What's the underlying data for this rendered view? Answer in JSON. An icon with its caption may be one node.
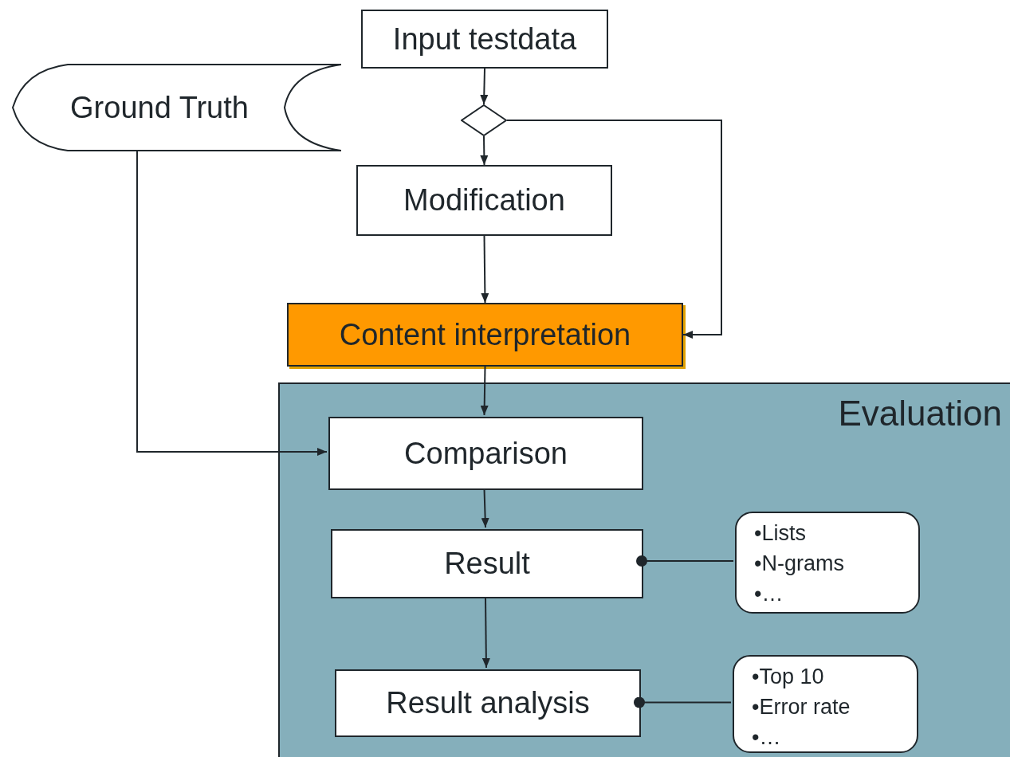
{
  "diagram": {
    "nodes": [
      {
        "text": [
          "Input testdata"
        ]
      },
      {
        "text": [
          "Ground Truth"
        ]
      },
      {
        "text": [],
        "shape": "diamond"
      },
      {
        "text": [
          "Modification"
        ]
      },
      {
        "text": [
          "Content interpretation"
        ]
      },
      {
        "text": [
          "Evaluation"
        ]
      },
      {
        "text": [
          "Comparison"
        ],
        "in": 5
      },
      {
        "text": [
          "Result"
        ],
        "in": 5
      },
      {
        "text": [
          "•Lists",
          "•N-grams",
          "•…"
        ],
        "in": 5
      },
      {
        "text": [
          "Result analysis"
        ],
        "in": 5
      },
      {
        "text": [
          "•Top 10",
          "•Error rate",
          "•…"
        ],
        "in": 5
      }
    ],
    "edges": [
      {
        "from": 0,
        "to": 2,
        "arrow": "to"
      },
      {
        "from": 2,
        "to": 3,
        "arrow": "to"
      },
      {
        "from": 2,
        "to": 4,
        "arrow": "to"
      },
      {
        "from": 3,
        "to": 4,
        "arrow": "to"
      },
      {
        "from": 4,
        "to": 6,
        "arrow": "to"
      },
      {
        "from": 1,
        "to": 6,
        "arrow": "to"
      },
      {
        "from": 6,
        "to": 7,
        "arrow": "to"
      },
      {
        "from": 7,
        "to": 9,
        "arrow": "to"
      },
      {
        "from": 8,
        "to": 7,
        "arrow": "other"
      },
      {
        "from": 10,
        "to": 9,
        "arrow": "other"
      }
    ]
  }
}
